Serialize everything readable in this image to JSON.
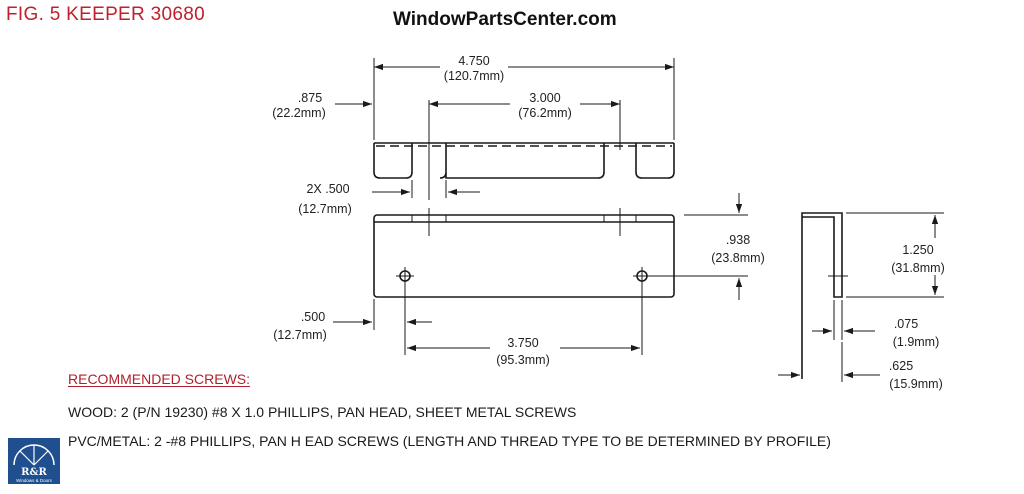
{
  "header": {
    "figure_title": "FIG. 5  KEEPER 30680",
    "site_name": "WindowPartsCenter.com"
  },
  "dimensions": {
    "overall_length": {
      "in": "4.750",
      "mm": "(120.7mm)"
    },
    "slot_spacing": {
      "in": "3.000",
      "mm": "(76.2mm)"
    },
    "flange_height": {
      "in": ".875",
      "mm": "(22.2mm)"
    },
    "slot_width": {
      "in": "2X .500",
      "mm": "(12.7mm)"
    },
    "hole_height": {
      "in": ".938",
      "mm": "(23.8mm)"
    },
    "total_height": {
      "in": "1.250",
      "mm": "(31.8mm)"
    },
    "hole_offset": {
      "in": ".500",
      "mm": "(12.7mm)"
    },
    "hole_spacing": {
      "in": "3.750",
      "mm": "(95.3mm)"
    },
    "thickness": {
      "in": ".075",
      "mm": "(1.9mm)"
    },
    "depth": {
      "in": ".625",
      "mm": "(15.9mm)"
    }
  },
  "screws": {
    "heading": "RECOMMENDED SCREWS:",
    "wood": "WOOD: 2 (P/N 19230) #8 X 1.0 PHILLIPS, PAN HEAD, SHEET METAL SCREWS",
    "pvc_metal": "PVC/METAL: 2 -#8 PHILLIPS, PAN H  EAD SCREWS (LENGTH AND THREAD TYPE TO BE DETERMINED BY PROFILE)"
  },
  "logo": {
    "mark": "R&R",
    "tagline": "Windows & Doors",
    "color": "#1f4f8f"
  },
  "colors": {
    "title_red": "#c0202c",
    "line": "#1a1a1a"
  }
}
